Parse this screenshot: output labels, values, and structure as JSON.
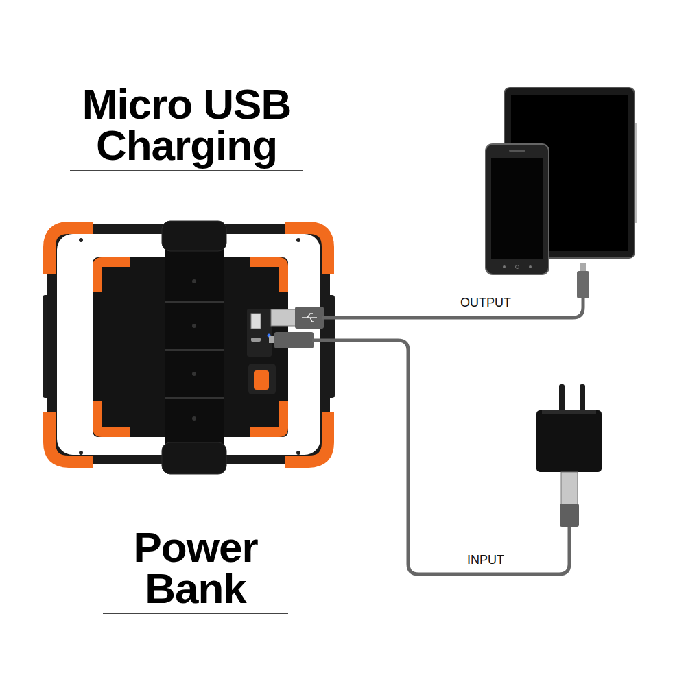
{
  "diagram": {
    "title": "Micro USB Charging",
    "caption": "Power Bank",
    "labels": [
      "OUTPUT",
      "INPUT"
    ]
  }
}
